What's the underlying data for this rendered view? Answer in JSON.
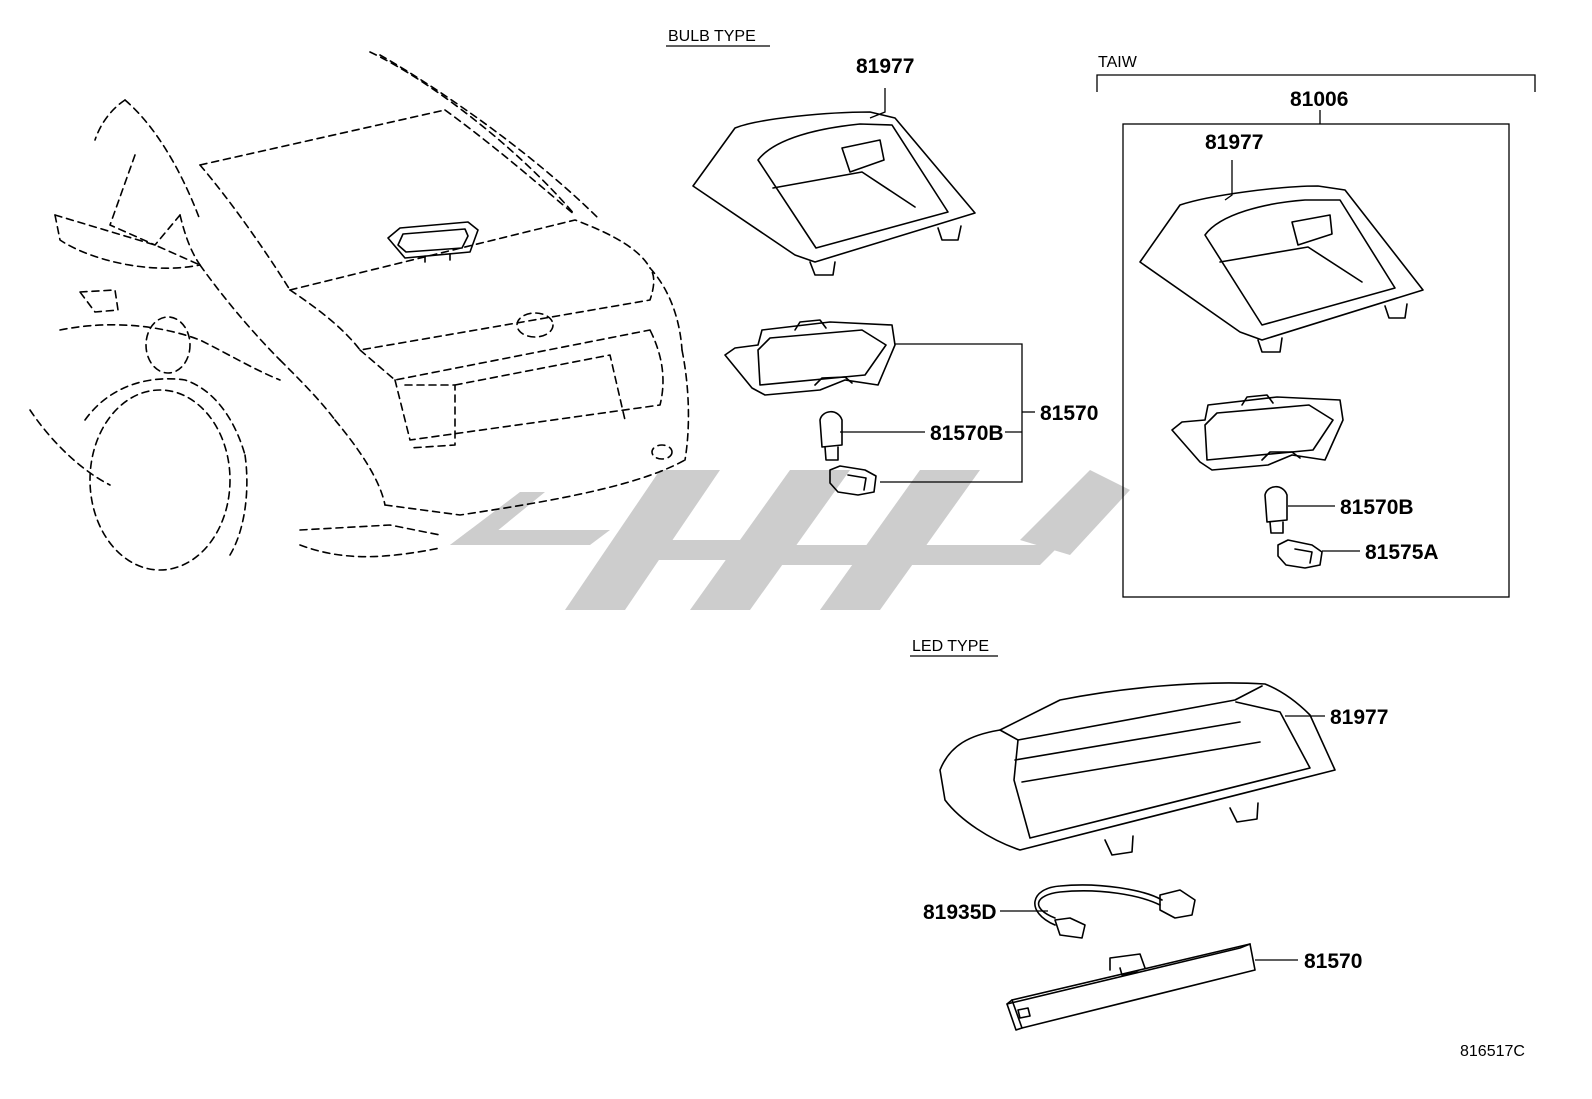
{
  "sections": {
    "bulb_type": "BULB TYPE",
    "led_type": "LED TYPE",
    "taiw": "TAIW"
  },
  "parts": {
    "bulb_cover": "81977",
    "bulb_lamp_assy": "81570",
    "bulb_bulb": "81570B",
    "taiw_assy": "81006",
    "taiw_cover": "81977",
    "taiw_bulb": "81570B",
    "taiw_socket": "81575A",
    "led_cover": "81977",
    "led_wire": "81935D",
    "led_lamp": "81570"
  },
  "diagram_code": "816517C",
  "colors": {
    "line": "#000000",
    "watermark": "#c8c8c8",
    "background": "#ffffff"
  }
}
